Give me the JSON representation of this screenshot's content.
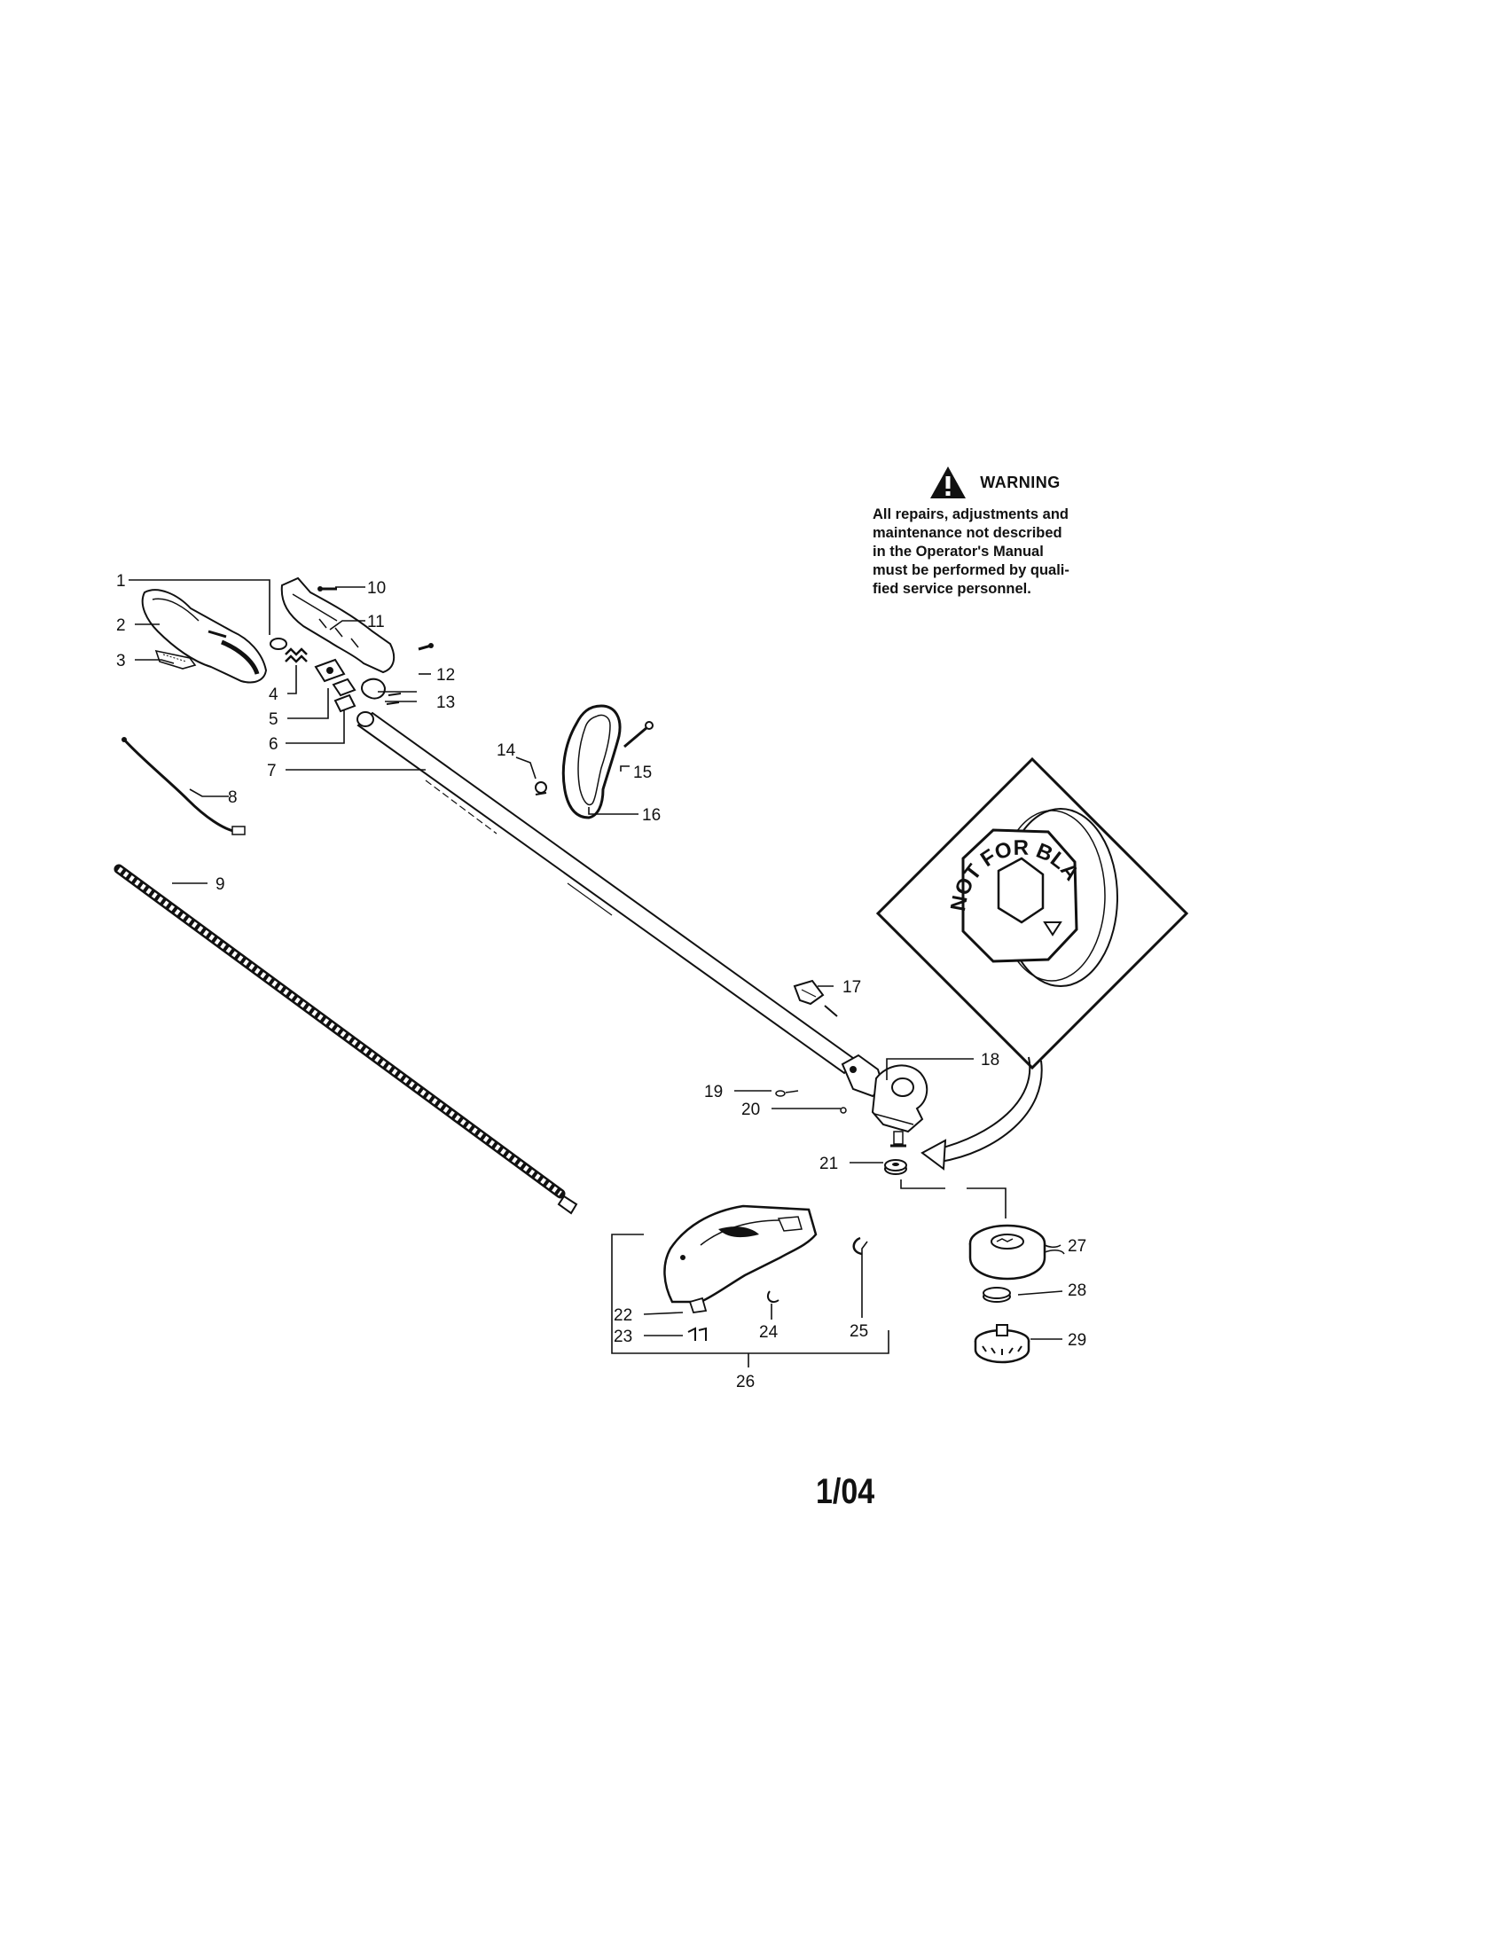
{
  "warning": {
    "title": "WARNING",
    "lines": [
      "All repairs, adjustments and",
      "maintenance not described",
      "in the Operator's Manual",
      "must be performed by quali-",
      "fied service personnel."
    ],
    "icon": "warning-triangle-icon"
  },
  "detail_inset": {
    "stamp_text": "NOT FOR BLADE USE"
  },
  "callouts": [
    "1",
    "2",
    "3",
    "4",
    "5",
    "6",
    "7",
    "8",
    "9",
    "10",
    "11",
    "12",
    "13",
    "14",
    "15",
    "16",
    "17",
    "18",
    "19",
    "20",
    "21",
    "22",
    "23",
    "24",
    "25",
    "26",
    "27",
    "28",
    "29"
  ],
  "page_code": "1/04"
}
